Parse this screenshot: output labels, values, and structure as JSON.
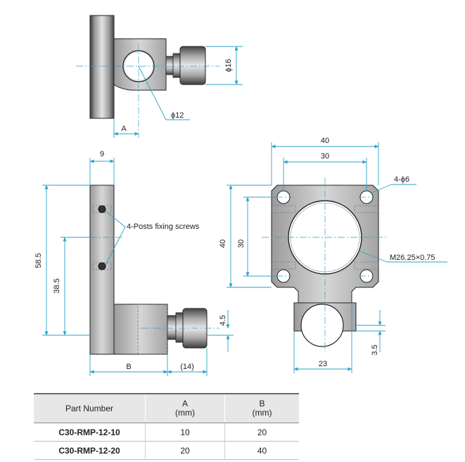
{
  "dimensions": {
    "top_view": {
      "tube_diameter": "ϕ16",
      "bore_diameter": "ϕ12",
      "offset": "A"
    },
    "side_view": {
      "thickness": "9",
      "height_total": "58.5",
      "height_posts": "38.5",
      "base": "B",
      "knob": "(14)",
      "knob_offset": "4.5"
    },
    "front_view": {
      "outer_width": "40",
      "hole_spacing": "30",
      "hole_spec": "4-ϕ6",
      "outer_height": "40",
      "hole_spacing_vertical": "30",
      "thread_spec": "M26.25×0.75",
      "lower_width": "23",
      "lower_offset": "3.5"
    }
  },
  "callouts": {
    "posts_screws": "4-Posts fixing screws"
  },
  "table": {
    "headers": {
      "part_number": "Part Number",
      "a_label": "A",
      "a_unit": "(mm)",
      "b_label": "B",
      "b_unit": "(mm)"
    },
    "rows": [
      {
        "part": "C30-RMP-12-10",
        "a": "10",
        "b": "20"
      },
      {
        "part": "C30-RMP-12-20",
        "a": "20",
        "b": "40"
      }
    ]
  }
}
